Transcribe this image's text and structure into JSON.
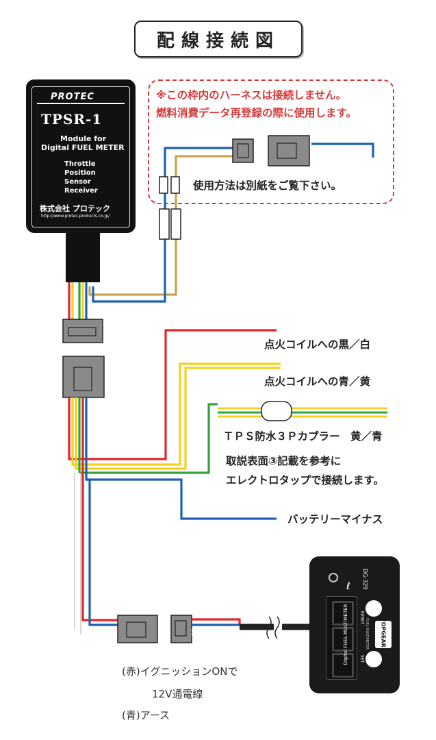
{
  "title": "配線接続図",
  "note": {
    "line1": "※この枠内のハーネスは接続しません。",
    "line2": "燃料消費データ再登録の際に使用します。",
    "usage": "使用方法は別紙をご覧下さい。"
  },
  "module": {
    "brand": "PROTEC",
    "model": "TPSR-1",
    "desc1": "Module for",
    "desc2": "Digital FUEL METER",
    "desc3": "Throttle",
    "desc4": "Position",
    "desc5": "Sensor",
    "desc6": "Receiver",
    "maker": "株式会社 プロテック",
    "url": "http://www.protec-products.co.jp/"
  },
  "labels": {
    "ignition_bw": "点火コイルへの黒／白",
    "ignition_by": "点火コイルへの青／黄",
    "tps": "ＴＰＳ防水３Ｐカプラー　黄／青",
    "manual1": "取説表面③記載を参考に",
    "manual2": "エレクトロタップで接続します。",
    "battery": "バッテリーマイナス",
    "red_note": "(赤)イグニッションONで",
    "red_note2": "12V通電線",
    "blue_note": "(青)アース"
  },
  "meter": {
    "model": "DG-329",
    "name": "Digital FUEL MULTIMETER",
    "sub": "FUEL MULTIMETER",
    "brand": "TOPGEAR",
    "reset": "RESET",
    "set": "SET",
    "unit": "ℓ"
  },
  "colors": {
    "red": "#e3262b",
    "yellow": "#f2d21c",
    "green": "#2fa43a",
    "blue": "#1c5fb4",
    "gold": "#c9a24a",
    "white": "#ffffff",
    "connector": "#8a8a8a",
    "dashed_frame": "#d43a3a"
  }
}
